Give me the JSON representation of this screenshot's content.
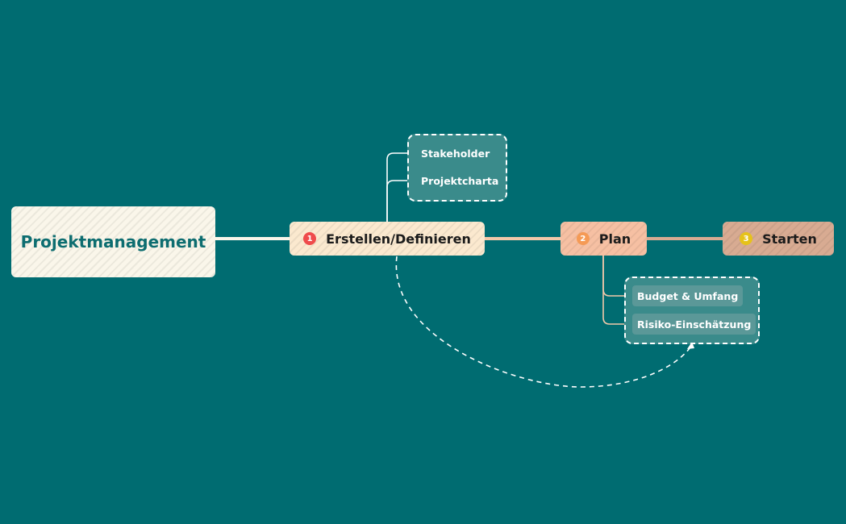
{
  "root": {
    "label": "Projektmanagement",
    "color": "#faf6ea",
    "text_color": "#0d6d70"
  },
  "topics": [
    {
      "number": "1",
      "label": "Erstellen/Definieren",
      "color": "#fbe9cf",
      "badge_color": "#ef4b4b"
    },
    {
      "number": "2",
      "label": "Plan",
      "color": "#f6c0a3",
      "badge_color": "#f59a55"
    },
    {
      "number": "3",
      "label": "Starten",
      "color": "#d8ab92",
      "badge_color": "#e6c21a"
    }
  ],
  "subtopics_1": [
    "Stakeholder",
    "Projektcharta"
  ],
  "subtopics_2": [
    "Budget & Umfang",
    "Risiko-Einschätzung"
  ],
  "background": "#006c71"
}
